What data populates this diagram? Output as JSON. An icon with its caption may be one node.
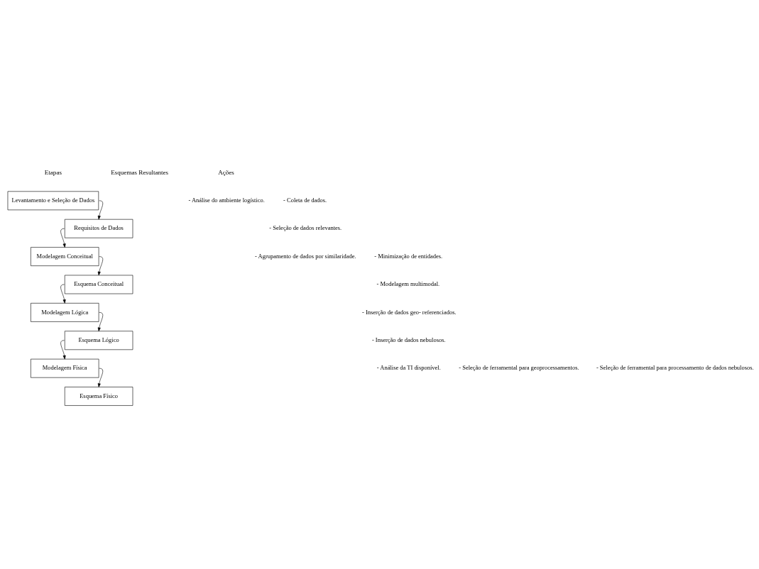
{
  "diagram": {
    "nodes": [
      {
        "text": [
          "Levantamento e Seleção de Dados"
        ]
      },
      {
        "text": [
          "Requisitos de Dados"
        ]
      },
      {
        "text": [
          "Modelagem Conceitual"
        ]
      },
      {
        "text": [
          "Esquema Conceitual"
        ]
      },
      {
        "text": [
          "Modelagem Lógica"
        ]
      },
      {
        "text": [
          "Esquema Lógico"
        ]
      },
      {
        "text": [
          "Modelagem Física"
        ]
      },
      {
        "text": [
          "Esquema Físico"
        ]
      }
    ],
    "edges": [
      {
        "from": 0,
        "to": 1,
        "arrow": "to"
      },
      {
        "from": 1,
        "to": 2,
        "arrow": "to"
      },
      {
        "from": 2,
        "to": 3,
        "arrow": "to"
      },
      {
        "from": 3,
        "to": 4,
        "arrow": "to"
      },
      {
        "from": 4,
        "to": 5,
        "arrow": "to"
      },
      {
        "from": 5,
        "to": 6,
        "arrow": "to"
      },
      {
        "from": 6,
        "to": 7,
        "arrow": "to"
      }
    ],
    "labels": [
      "Etapas",
      "Esquemas Resultantes",
      "Ações",
      "- Análise do ambiente logístico.",
      "- Coleta de dados.",
      "- Seleção de dados relevantes.",
      "- Agrupamento de dados por similaridade.",
      "- Minimização de entidades.",
      "- Modelagem multimodal.",
      "- Inserção de dados geo- referenciados.",
      "- Inserção de dados nebulosos.",
      "- Análise da TI disponível.",
      "- Seleção de ferramental para geoprocessamentos.",
      "- Seleção de ferramental para processamento de dados nebulosos."
    ]
  }
}
